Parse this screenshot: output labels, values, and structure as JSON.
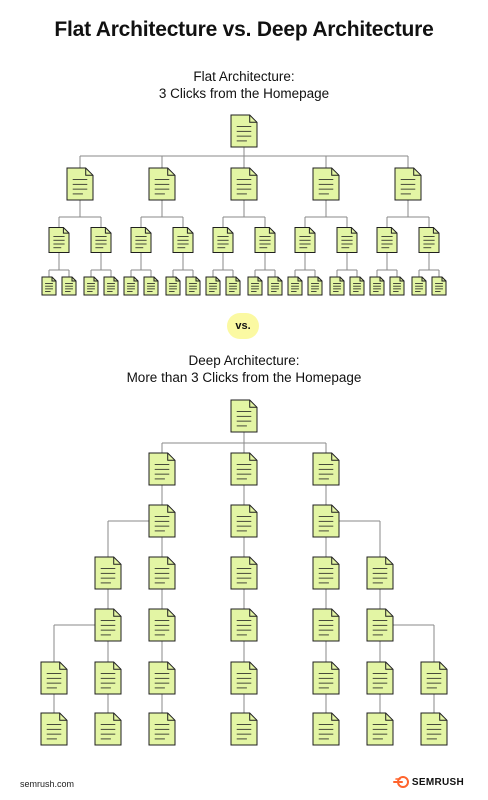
{
  "title": "Flat Architecture vs. Deep Architecture",
  "flat": {
    "subtitle_line1": "Flat Architecture:",
    "subtitle_line2": "3 Clicks from the Homepage"
  },
  "vs_label": "vs.",
  "deep": {
    "subtitle_line1": "Deep Architecture:",
    "subtitle_line2": "More than 3 Clicks from the Homepage"
  },
  "footer": {
    "url": "semrush.com",
    "brand": "SEMRUSH"
  },
  "colors": {
    "page_fill": "#e3f5a4",
    "page_stroke": "#1f1f1f",
    "connector": "#8a8a8a",
    "vs_badge": "#fbf9a2",
    "brand_orange": "#ff642d"
  },
  "icons": [
    "document-icon",
    "semrush-logo-icon"
  ]
}
